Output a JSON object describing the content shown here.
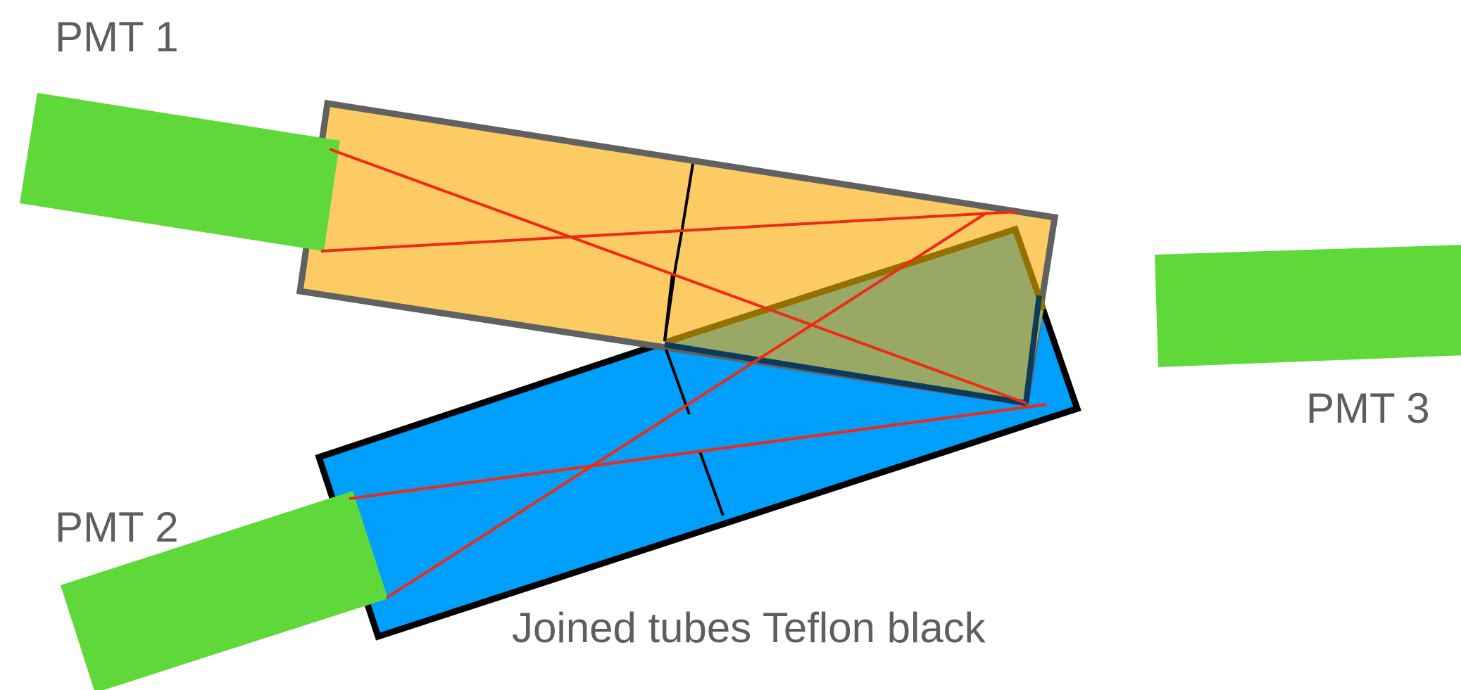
{
  "labels": {
    "pmt1": "PMT 1",
    "pmt2": "PMT 2",
    "pmt3": "PMT 3",
    "caption": "Joined tubes Teflon black"
  },
  "colors": {
    "pmt_green": "#5fd93a",
    "upper_tube_fill": "#fccb64",
    "upper_tube_border": "#616161",
    "lower_tube_fill": "#009ffc",
    "lower_tube_border": "#000000",
    "overlap_fill": "#99a864",
    "overlap_border": "#947000",
    "light_path_red": "#ee2b15",
    "label_gray": "#5e5e5e"
  }
}
